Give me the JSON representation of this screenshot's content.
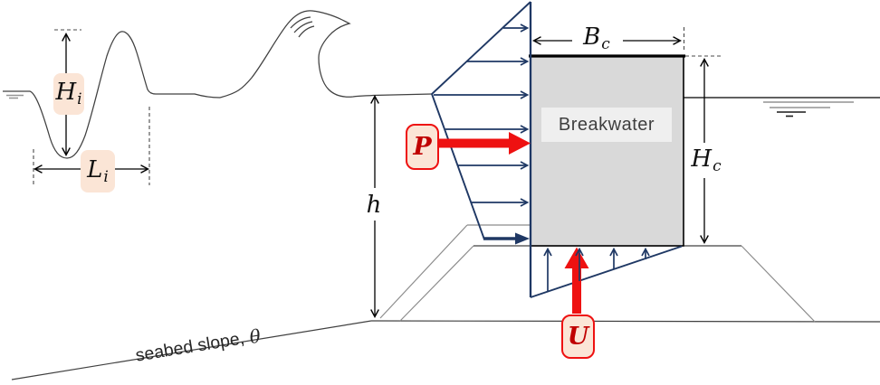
{
  "title": "Wave pressure on a vertical breakwater",
  "colors": {
    "navy": "#1f3864",
    "red": "#ee1111",
    "dark_red": "#c00000",
    "peach": "#fbe5d6",
    "wall_fill": "#d9d9d9",
    "wall_label_bg": "#efefef",
    "line_gray": "#8c8c8c",
    "ink": "#3f3f3f"
  },
  "figure": {
    "breakwater_label": "Breakwater",
    "seabed_label_text": "seabed slope,",
    "seabed_label_symbol": "θ",
    "force_p": "P",
    "uplift_u": "U",
    "wave_height": {
      "base": "H",
      "sub": "i"
    },
    "wave_length": {
      "base": "L",
      "sub": "i"
    },
    "crest_width": {
      "base": "B",
      "sub": "c"
    },
    "crest_height": {
      "base": "H",
      "sub": "c"
    },
    "water_depth": "h"
  }
}
